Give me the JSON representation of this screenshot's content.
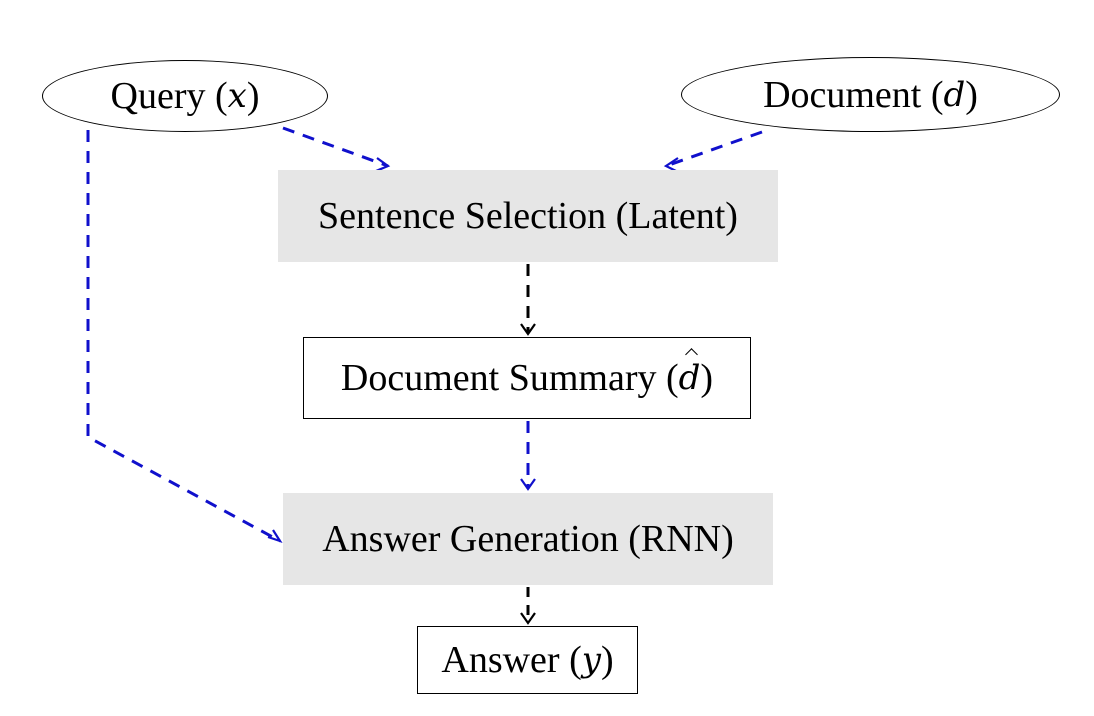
{
  "colors": {
    "latent_fill": "#e6e6e6",
    "observed_fill": "#ffffff",
    "edge_query_doc": "#1010cc",
    "edge_internal": "#000000"
  },
  "nodes": {
    "query": {
      "label": "Query (",
      "var": "x",
      "close": ")"
    },
    "document": {
      "label": "Document (",
      "var": "d",
      "close": ")"
    },
    "sentence_selection": {
      "label": "Sentence Selection (Latent)"
    },
    "document_summary": {
      "label": "Document Summary (",
      "var": "d",
      "close": ")"
    },
    "answer_generation": {
      "label": "Answer Generation (RNN)"
    },
    "answer": {
      "label": "Answer (",
      "var": "y",
      "close": ")"
    }
  },
  "edges": [
    {
      "from": "query",
      "to": "sentence_selection",
      "style": "dashed",
      "color": "blue"
    },
    {
      "from": "document",
      "to": "sentence_selection",
      "style": "dashed",
      "color": "blue"
    },
    {
      "from": "sentence_selection",
      "to": "document_summary",
      "style": "dashed",
      "color": "black"
    },
    {
      "from": "document_summary",
      "to": "answer_generation",
      "style": "dashed",
      "color": "blue"
    },
    {
      "from": "query",
      "to": "answer_generation",
      "style": "dashed",
      "color": "blue"
    },
    {
      "from": "answer_generation",
      "to": "answer",
      "style": "dashed",
      "color": "black"
    }
  ]
}
